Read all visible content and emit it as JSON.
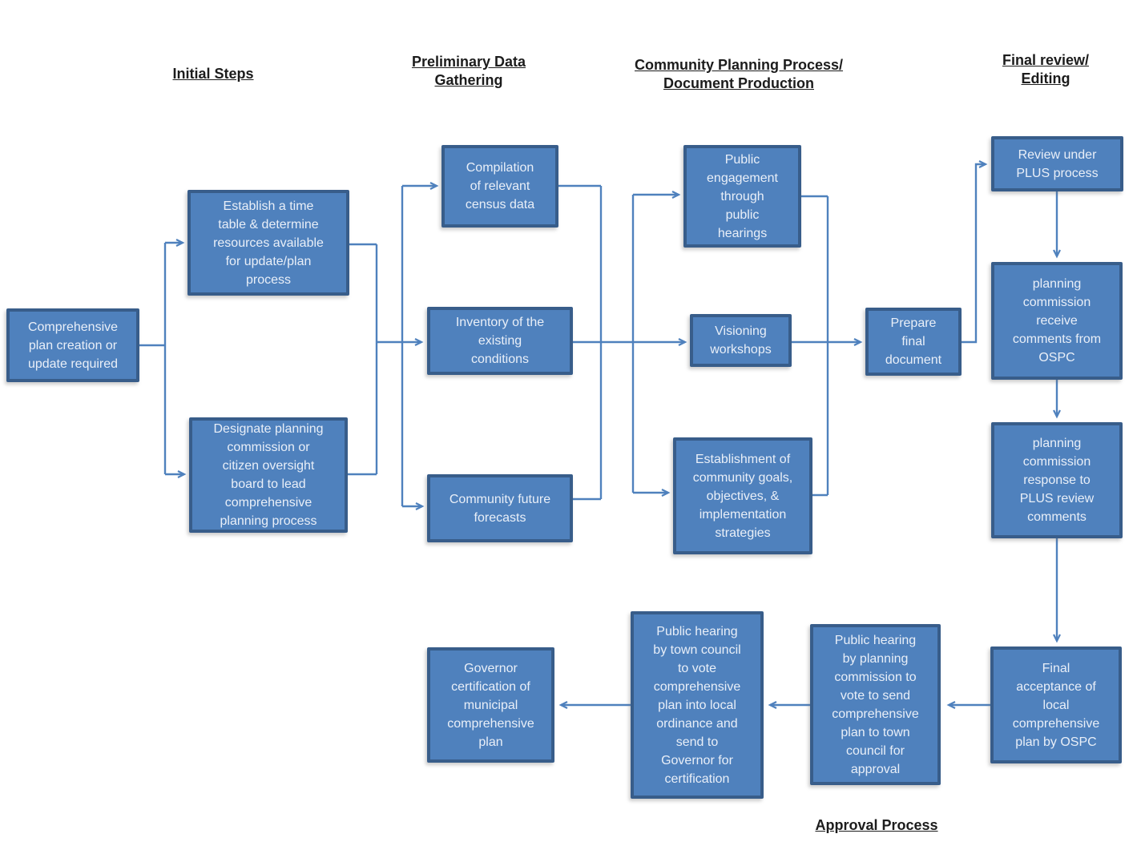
{
  "diagram": {
    "type": "flowchart",
    "column_headers": {
      "initial_steps": "Initial Steps",
      "preliminary_data": "Preliminary Data\nGathering",
      "community_planning": "Community Planning Process/\nDocument Production",
      "final_review": "Final review/\nEditing",
      "approval_process": "Approval Process"
    },
    "nodes": {
      "comp_plan": {
        "label": "Comprehensive\nplan creation or\nupdate required"
      },
      "establish": {
        "label": "Establish a time\ntable & determine\nresources available\nfor update/plan\nprocess"
      },
      "designate": {
        "label": "Designate planning\ncommission or\ncitizen oversight\nboard to lead\ncomprehensive\nplanning process"
      },
      "compilation": {
        "label": "Compilation\nof relevant\ncensus data"
      },
      "inventory": {
        "label": "Inventory of the\nexisting\nconditions"
      },
      "forecasts": {
        "label": "Community future\nforecasts"
      },
      "engagement": {
        "label": "Public\nengagement\nthrough\npublic\nhearings"
      },
      "visioning": {
        "label": "Visioning\nworkshops"
      },
      "goals": {
        "label": "Establishment of\ncommunity goals,\nobjectives, &\nimplementation\nstrategies"
      },
      "prepare": {
        "label": "Prepare\nfinal\ndocument"
      },
      "review": {
        "label": "Review under\nPLUS process"
      },
      "receive": {
        "label": "planning\ncommission\nreceive\ncomments from\nOSPC"
      },
      "response": {
        "label": "planning\ncommission\nresponse to\nPLUS review\ncomments"
      },
      "final_acceptance": {
        "label": "Final\nacceptance of\nlocal\ncomprehensive\nplan by OSPC"
      },
      "hearing_pc": {
        "label": "Public hearing\nby planning\ncommission to\nvote to send\ncomprehensive\nplan to town\ncouncil for\napproval"
      },
      "hearing_tc": {
        "label": "Public hearing\nby town council\nto vote\ncomprehensive\nplan into local\nordinance and\nsend to\nGovernor for\ncertification"
      },
      "governor": {
        "label": "Governor\ncertification of\nmunicipal\ncomprehensive\nplan"
      }
    },
    "flows": [
      {
        "from": [
          "comp_plan"
        ],
        "to": [
          "establish",
          "designate"
        ]
      },
      {
        "from": [
          "establish",
          "designate"
        ],
        "to": [
          "compilation",
          "inventory",
          "forecasts"
        ]
      },
      {
        "from": [
          "compilation",
          "inventory",
          "forecasts"
        ],
        "to": [
          "engagement",
          "visioning",
          "goals"
        ]
      },
      {
        "from": [
          "engagement",
          "visioning",
          "goals"
        ],
        "to": [
          "prepare"
        ]
      },
      {
        "from": [
          "prepare"
        ],
        "to": [
          "review"
        ]
      },
      {
        "from": [
          "review"
        ],
        "to": [
          "receive"
        ]
      },
      {
        "from": [
          "receive"
        ],
        "to": [
          "response"
        ]
      },
      {
        "from": [
          "response"
        ],
        "to": [
          "final_acceptance"
        ]
      },
      {
        "from": [
          "final_acceptance"
        ],
        "to": [
          "hearing_pc"
        ]
      },
      {
        "from": [
          "hearing_pc"
        ],
        "to": [
          "hearing_tc"
        ]
      },
      {
        "from": [
          "hearing_tc"
        ],
        "to": [
          "governor"
        ]
      }
    ],
    "colors": {
      "node_fill": "#4f81bd",
      "node_border": "#385d8a",
      "connector": "#4f81bd",
      "node_text": "#e9eff8",
      "header_text": "#1c1c1c",
      "background": "#ffffff"
    }
  }
}
